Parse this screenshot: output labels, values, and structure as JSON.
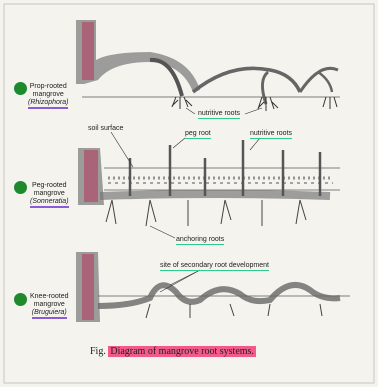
{
  "panels": [
    {
      "title_lines": [
        "Prop-rooted",
        "mangrove"
      ],
      "species": "(Rhizophora)"
    },
    {
      "title_lines": [
        "Peg-rooted",
        "mangrove"
      ],
      "species": "(Sonneratia)"
    },
    {
      "title_lines": [
        "Knee-rooted",
        "mangrove"
      ],
      "species": "(Bruguiera)"
    }
  ],
  "labels": {
    "nutritive_roots_1": "nutritive roots",
    "soil_surface": "soil surface",
    "peg_root": "peg root",
    "nutritive_roots_2": "nutritive roots",
    "anchoring_roots": "anchoring roots",
    "secondary_root": "site of secondary root development"
  },
  "caption": {
    "prefix": "Fig.",
    "text": "Diagram of mangrove root systems."
  },
  "colors": {
    "dot": "#1e8a2e",
    "underline_purple": "#8a5cd8",
    "underline_green": "#2ecc8b",
    "highlight_pink": "#f25a8c"
  }
}
